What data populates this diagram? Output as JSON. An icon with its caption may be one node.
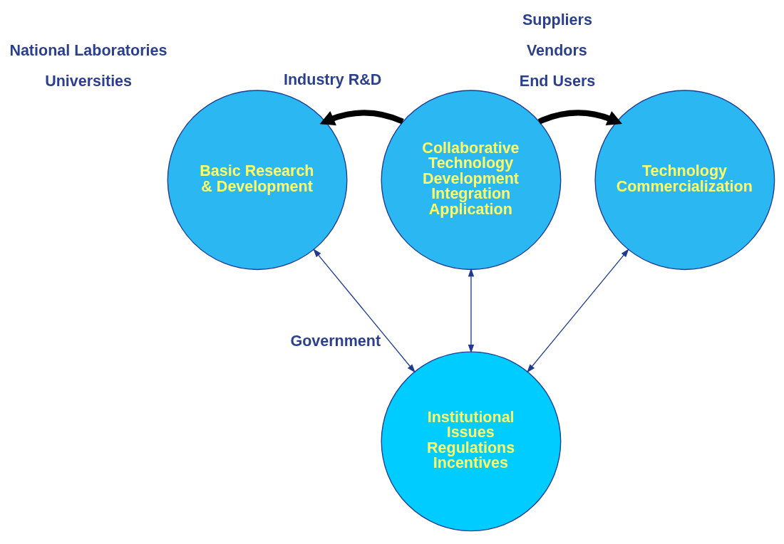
{
  "diagram": {
    "nodes": [
      {
        "text": [
          "Basic Research & Development"
        ],
        "beside": [
          "National Laboratories",
          "Universities"
        ]
      },
      {
        "text": [
          "Collaborative Technology Development Integration Application"
        ],
        "beside": [
          "Industry R&D"
        ]
      },
      {
        "text": [
          "Technology Commercialization"
        ],
        "beside": [
          "Suppliers",
          "Vendors",
          "End Users"
        ]
      },
      {
        "text": [
          "Institutional Issues Regulations Incentives"
        ],
        "beside": [
          "Government"
        ]
      }
    ],
    "edges": [
      {
        "from": 1,
        "to": 0,
        "arrow": "to",
        "style": "thick",
        "color": "#000000"
      },
      {
        "from": 1,
        "to": 2,
        "arrow": "to",
        "style": "thick",
        "color": "#000000"
      },
      {
        "from": 0,
        "to": 3,
        "arrow": "both"
      },
      {
        "from": 1,
        "to": 3,
        "arrow": "both"
      },
      {
        "from": 2,
        "to": 3,
        "arrow": "both"
      }
    ]
  }
}
